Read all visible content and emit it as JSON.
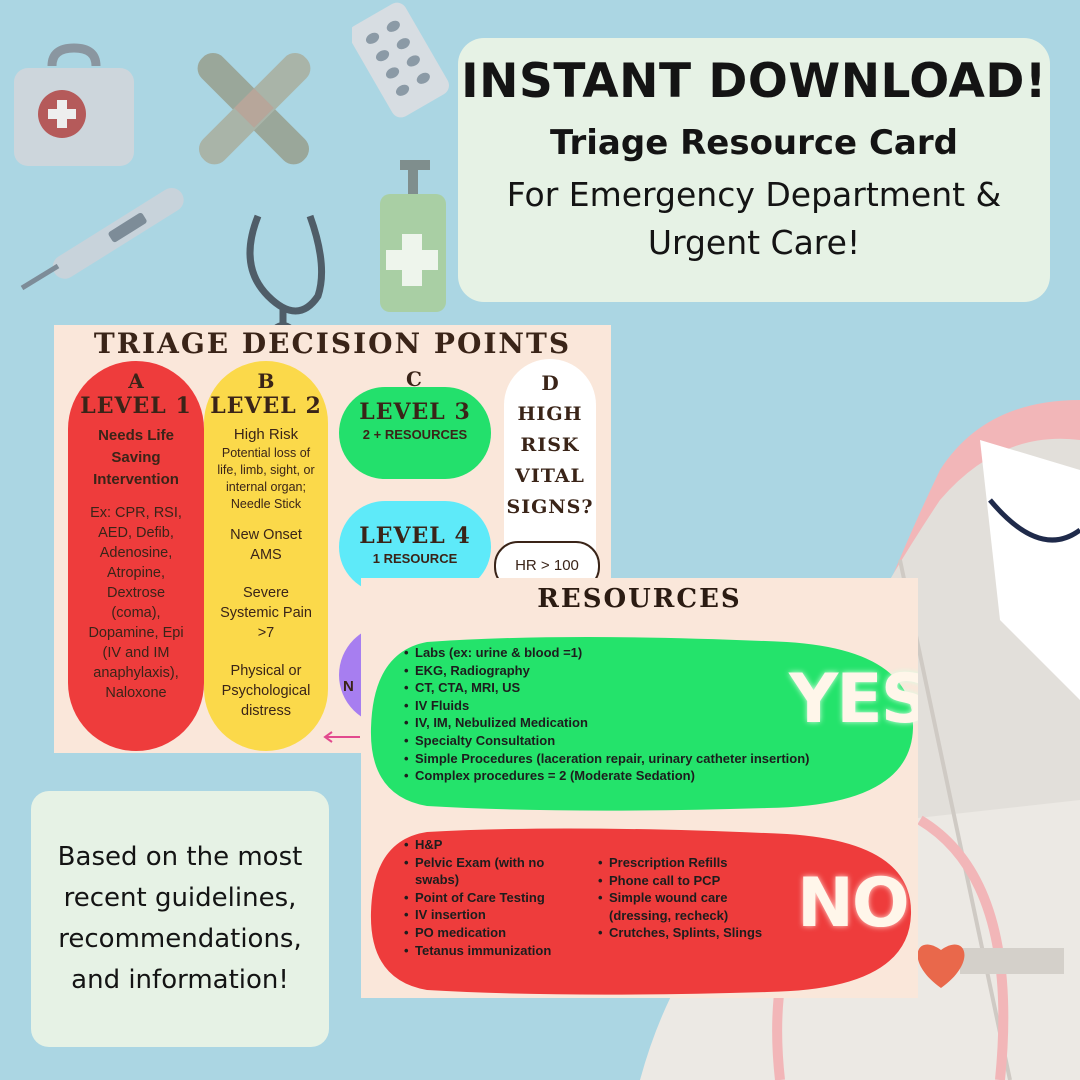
{
  "headline": {
    "title": "INSTANT DOWNLOAD!",
    "subtitle": "Triage Resource Card",
    "line1": "For Emergency Department &",
    "line2": "Urgent Care!"
  },
  "note": {
    "text": "Based on the most recent guidelines, recommendations, and information!"
  },
  "triage_card": {
    "title": "TRIAGE DECISION POINTS",
    "colors": {
      "level1": "#ee3c3c",
      "level2": "#fbd94a",
      "level3": "#23e06c",
      "level4": "#5eeaf9",
      "level5": "#a77ef0",
      "d": "#ffffff"
    },
    "a": {
      "letter": "A",
      "level": "LEVEL 1",
      "lines": [
        "Needs Life",
        "Saving",
        "Intervention"
      ],
      "examples": [
        "Ex: CPR, RSI,",
        "AED, Defib,",
        "Adenosine,",
        "Atropine,",
        "Dextrose",
        "(coma),",
        "Dopamine, Epi",
        "(IV and IM",
        "anaphylaxis),",
        "Naloxone"
      ]
    },
    "b": {
      "letter": "B",
      "level": "LEVEL 2",
      "heading": "High Risk",
      "details": [
        "Potential loss of",
        "life, limb, sight, or",
        "internal organ;",
        "Needle Stick"
      ],
      "onset": [
        "New Onset",
        "AMS"
      ],
      "pain": [
        "Severe",
        "Systemic Pain",
        ">7"
      ],
      "distress": [
        "Physical or",
        "Psychological",
        "distress"
      ]
    },
    "c": {
      "letter": "C",
      "level3": "LEVEL 3",
      "level3_sub": "2 + RESOURCES",
      "level4": "LEVEL 4",
      "level4_sub": "1 RESOURCE",
      "level5_partial": "N"
    },
    "d": {
      "letter": "D",
      "lines": [
        "HIGH",
        "RISK",
        "VITAL",
        "SIGNS?"
      ],
      "vital": "HR > 100"
    }
  },
  "resources_card": {
    "title": "RESOURCES",
    "yes_label": "YES",
    "no_label": "NO",
    "yes_color": "#24e36b",
    "no_color": "#ee3c3c",
    "yes_items": [
      "Labs (ex: urine & blood =1)",
      "EKG, Radiography",
      "CT, CTA, MRI, US",
      "IV Fluids",
      "IV, IM, Nebulized Medication",
      "Specialty Consultation",
      "Simple Procedures (laceration repair, urinary catheter insertion)",
      "Complex procedures = 2 (Moderate Sedation)"
    ],
    "no_items_left": [
      "H&P",
      "Pelvic Exam (with no swabs)",
      "Point of Care Testing",
      "IV insertion",
      "PO medication",
      "Tetanus immunization"
    ],
    "no_items_right": [
      "Prescription Refills",
      "Phone call to PCP",
      "Simple wound care (dressing, recheck)",
      "Crutches, Splints, Slings"
    ]
  },
  "decorations": [
    "medical-bag-icon",
    "bandage-icon",
    "pill-pack-icon",
    "thermometer-icon",
    "stethoscope-icon",
    "sanitizer-bottle-icon",
    "heart-icon"
  ]
}
